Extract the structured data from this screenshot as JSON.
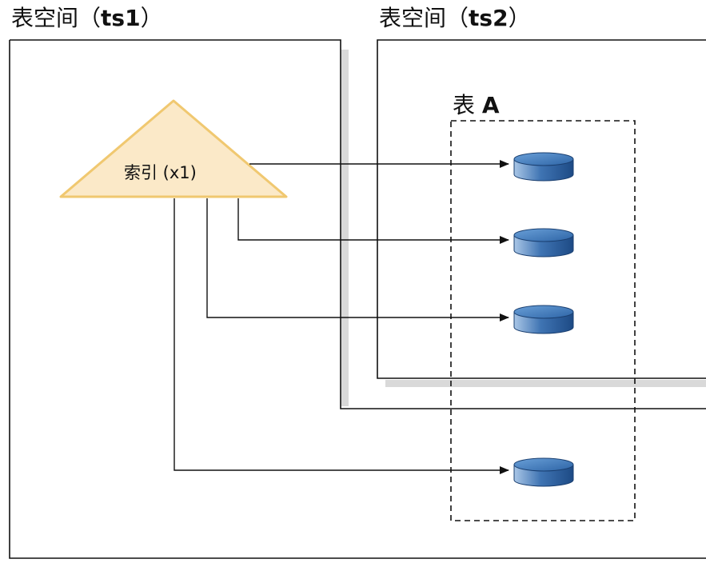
{
  "tablespace_1": {
    "prefix": "表空间（",
    "name": "ts1",
    "suffix": "）"
  },
  "tablespace_2": {
    "prefix": "表空间（",
    "name": "ts2",
    "suffix": "）"
  },
  "table": {
    "prefix": "表 ",
    "name": "A"
  },
  "index": {
    "label": "索引 (x1)"
  },
  "colors": {
    "triangle_fill": "#fbe9c8",
    "triangle_stroke": "#f0c870",
    "shadow": "#d9d9d9",
    "cylinder_top": "#4a86c5",
    "cylinder_body": "#2d5f9c",
    "line": "#111111"
  },
  "rows": [
    {
      "icon": "database-icon"
    },
    {
      "icon": "database-icon"
    },
    {
      "icon": "database-icon"
    },
    {
      "icon": "database-icon"
    }
  ]
}
